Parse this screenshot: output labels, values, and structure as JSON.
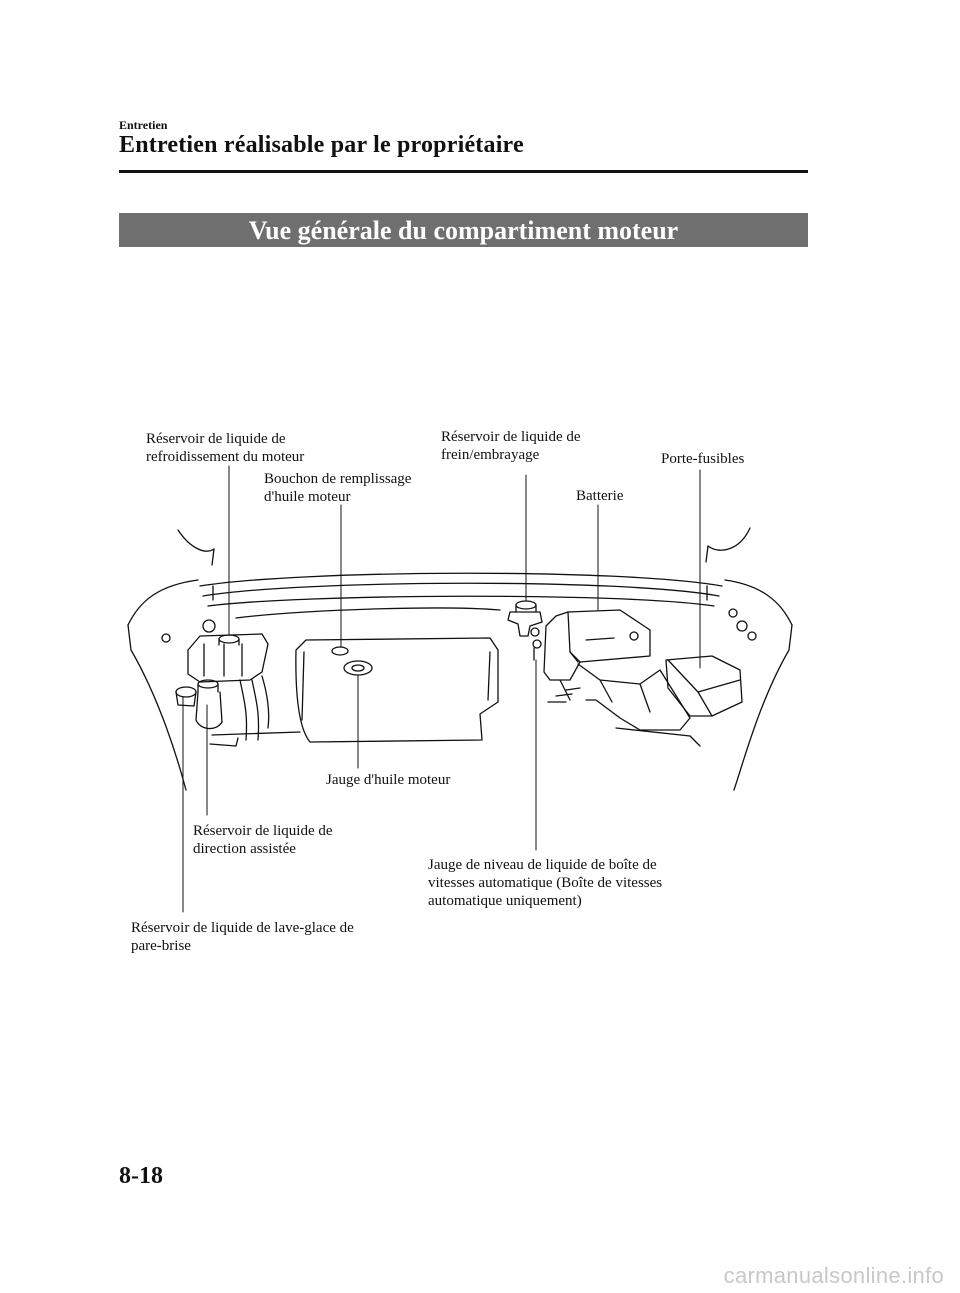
{
  "header": {
    "section": "Entretien",
    "title": "Entretien réalisable par le propriétaire"
  },
  "banner": "Vue générale du compartiment moteur",
  "callouts": {
    "coolant": "Réservoir de liquide de\nrefroidissement du moteur",
    "oil_cap": "Bouchon de remplissage\nd'huile moteur",
    "brake": "Réservoir de liquide de\nfrein/embrayage",
    "battery": "Batterie",
    "fuse": "Porte-fusibles",
    "dipstick": "Jauge d'huile moteur",
    "power_steering": "Réservoir de liquide de\ndirection assistée",
    "atf": "Jauge de niveau de liquide de boîte de\nvitesses automatique (Boîte de vitesses\nautomatique uniquement)",
    "washer": "Réservoir de liquide de lave-glace de\npare-brise"
  },
  "footer": {
    "page_number": "8-18",
    "watermark": "carmanualsonline.info"
  }
}
